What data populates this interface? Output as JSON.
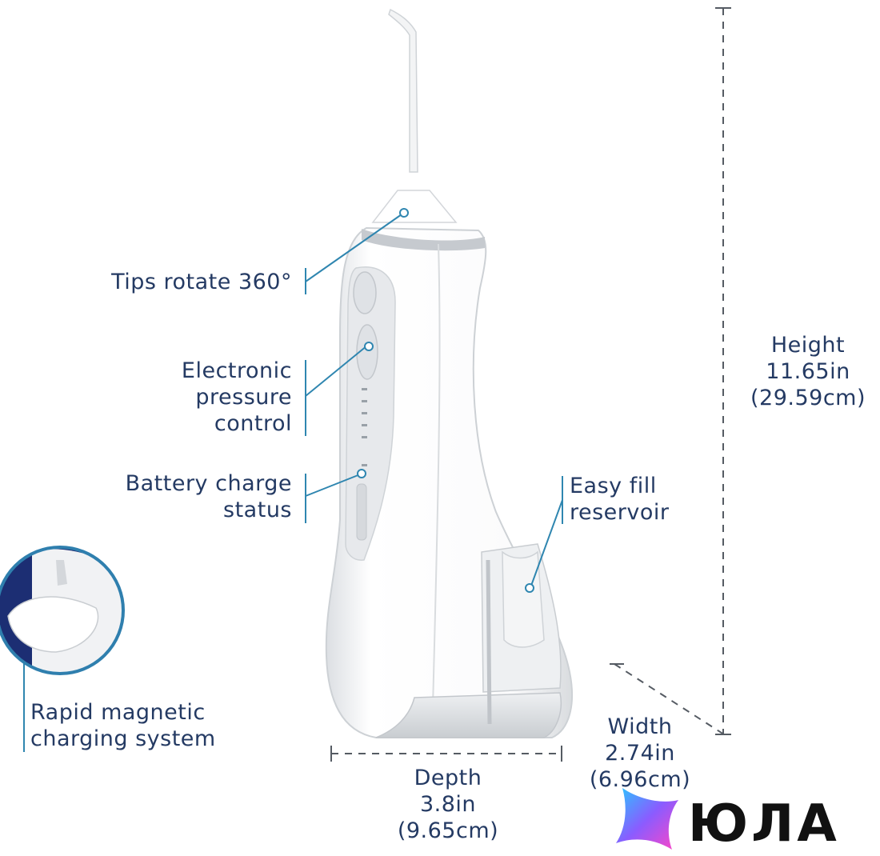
{
  "colors": {
    "text": "#243a63",
    "accent": "#2f86b0",
    "device": "#ffffff",
    "device_shadow": "#d4d7db",
    "circle_ring": "#2f7fae",
    "circle_fill": "#1c2e73",
    "logo_text": "#111111"
  },
  "callouts": {
    "tips": {
      "label": "Tips rotate 360°"
    },
    "pressure": {
      "lines": [
        "Electronic",
        "pressure",
        "control"
      ]
    },
    "battery": {
      "lines": [
        "Battery charge",
        "status"
      ]
    },
    "reservoir": {
      "lines": [
        "Easy fill",
        "reservoir"
      ]
    },
    "charging": {
      "lines": [
        "Rapid magnetic",
        "charging system"
      ]
    }
  },
  "dimensions": {
    "height": {
      "lines": [
        "Height",
        "11.65in",
        "(29.59cm)"
      ]
    },
    "depth": {
      "lines": [
        "Depth",
        "3.8in",
        "(9.65cm)"
      ]
    },
    "width": {
      "lines": [
        "Width",
        "2.74in",
        "(6.96cm)"
      ]
    }
  },
  "watermark": {
    "icon": "four-point-star-icon",
    "text": "ЮЛА"
  }
}
